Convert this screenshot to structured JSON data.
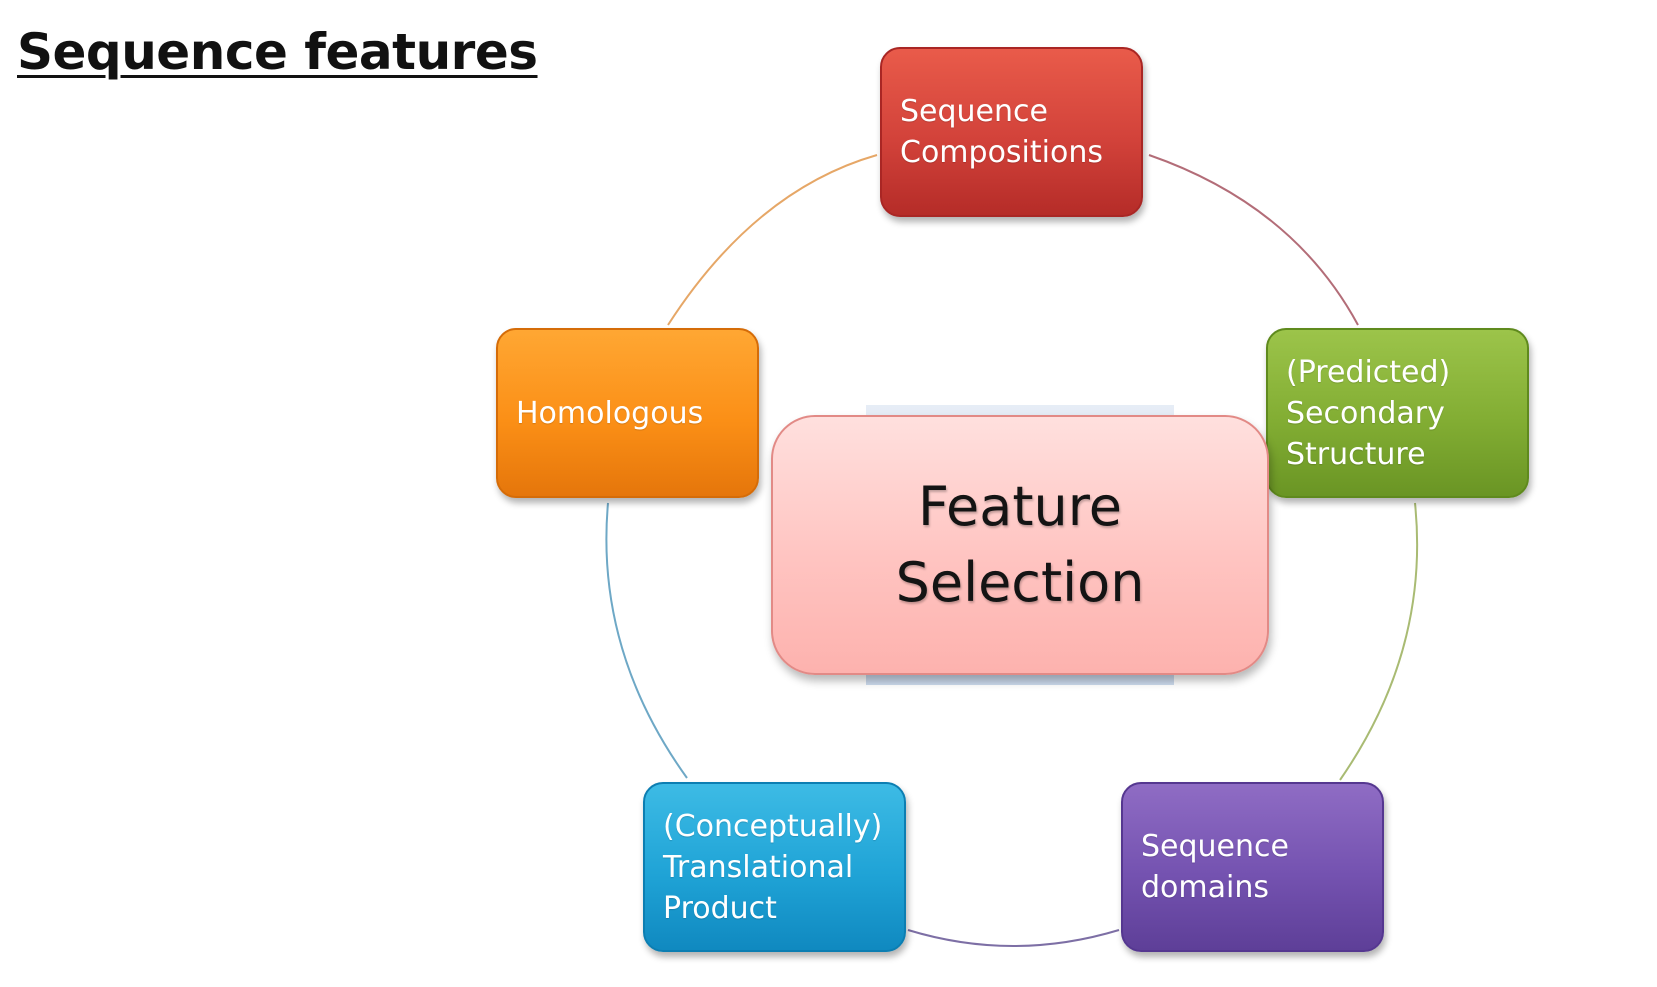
{
  "slide": {
    "title": "Sequence features"
  },
  "diagram": {
    "center": {
      "label": "Feature\nSelection",
      "color": "#fdbdb9"
    },
    "nodes": [
      {
        "id": "sequence-compositions",
        "label": "Sequence\nCompositions",
        "color": "#d2423a"
      },
      {
        "id": "predicted-secondary-structure",
        "label": "(Predicted)\nSecondary\nStructure",
        "color": "#82ad33"
      },
      {
        "id": "sequence-domains",
        "label": "Sequence\ndomains",
        "color": "#7452b0"
      },
      {
        "id": "conceptually-translational-product",
        "label": "(Conceptually)\nTranslational\nProduct",
        "color": "#1fa3d6"
      },
      {
        "id": "homologous",
        "label": "Homologous",
        "color": "#fb8f16"
      }
    ]
  }
}
